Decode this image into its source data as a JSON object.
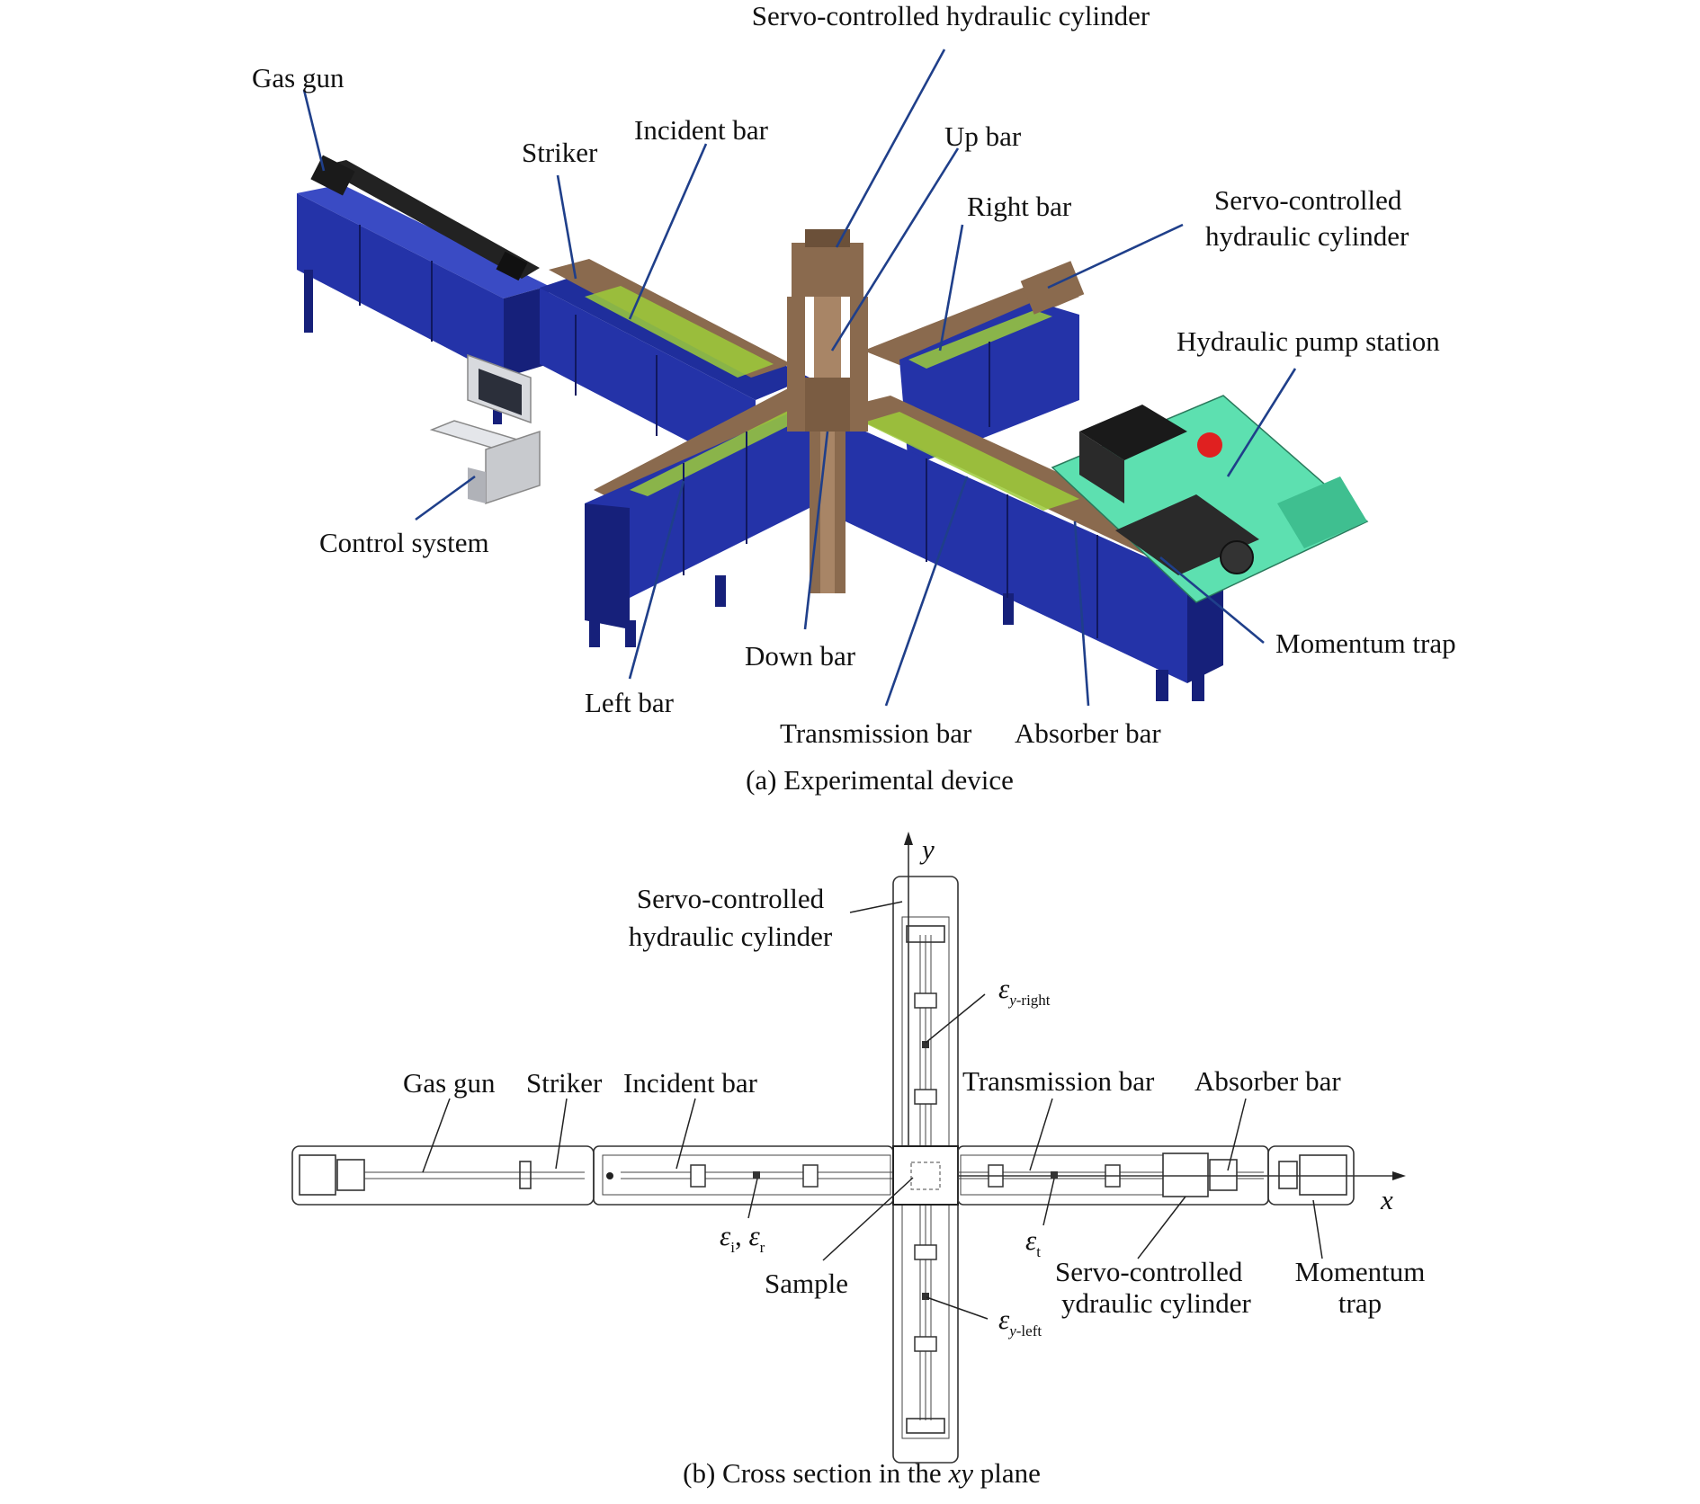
{
  "panel_a": {
    "caption": "(a) Experimental device",
    "labels": {
      "gas_gun": "Gas gun",
      "striker": "Striker",
      "incident_bar": "Incident bar",
      "servo_top": "Servo-controlled hydraulic cylinder",
      "up_bar": "Up bar",
      "right_bar": "Right bar",
      "servo_right_1": "Servo-controlled",
      "servo_right_2": "hydraulic cylinder",
      "pump_station": "Hydraulic pump station",
      "control_system": "Control system",
      "momentum_trap": "Momentum trap",
      "down_bar": "Down bar",
      "left_bar": "Left bar",
      "transmission_bar": "Transmission bar",
      "absorber_bar": "Absorber bar"
    }
  },
  "panel_b": {
    "caption_prefix": "(b) Cross section in the ",
    "caption_xy": "xy",
    "caption_suffix": " plane",
    "axis_x": "x",
    "axis_y": "y",
    "labels": {
      "servo_top_1": "Servo-controlled",
      "servo_top_2": "hydraulic cylinder",
      "gas_gun": "Gas gun",
      "striker": "Striker",
      "incident_bar": "Incident bar",
      "transmission_bar": "Transmission bar",
      "absorber_bar": "Absorber bar",
      "sample": "Sample",
      "servo_right_1": "Servo-controlled",
      "servo_right_2": "ydraulic cylinder",
      "momentum_trap_1": "Momentum",
      "momentum_trap_2": "trap"
    },
    "strain": {
      "eps": "ε",
      "y_right_sub_y": "y",
      "y_right_sub": "-right",
      "y_left_sub_y": "y",
      "y_left_sub": "-left",
      "i_sub": "i",
      "comma": ", ",
      "r_sub": "r",
      "t_sub": "t"
    }
  },
  "colors": {
    "frame_blue": "#2433a8",
    "frame_blue_dark": "#16207a",
    "rail_brown": "#8a6a4e",
    "bar_green": "#9ccb3a",
    "pump_green": "#5de0b0",
    "leader_blue": "#1f3f8a"
  }
}
